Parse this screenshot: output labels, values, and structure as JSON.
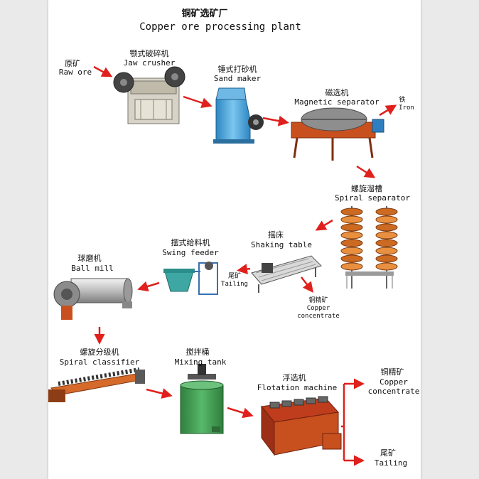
{
  "title": {
    "cn": "铜矿选矿厂",
    "en": "Copper ore processing plant"
  },
  "stages": {
    "raw_ore": {
      "cn": "原矿",
      "en": "Raw ore"
    },
    "jaw_crusher": {
      "cn": "颚式破碎机",
      "en": "Jaw crusher"
    },
    "sand_maker": {
      "cn": "锤式打砂机",
      "en": "Sand maker"
    },
    "magnetic": {
      "cn": "磁选机",
      "en": "Magnetic separator"
    },
    "iron": {
      "cn": "铁",
      "en": "Iron"
    },
    "spiral_separator": {
      "cn": "螺旋溜槽",
      "en": "Spiral separator"
    },
    "shaking_table": {
      "cn": "摇床",
      "en": "Shaking table"
    },
    "tailing_1": {
      "cn": "尾矿",
      "en": "Tailing"
    },
    "concentrate_1": {
      "cn": "铜精矿",
      "en": "Copper",
      "en2": "concentrate"
    },
    "swing_feeder": {
      "cn": "摆式给料机",
      "en": "Swing feeder"
    },
    "ball_mill": {
      "cn": "球磨机",
      "en": "Ball mill"
    },
    "spiral_classifier": {
      "cn": "螺旋分级机",
      "en": "Spiral classifier"
    },
    "mixing_tank": {
      "cn": "搅拌桶",
      "en": "Mixing tank"
    },
    "flotation": {
      "cn": "浮选机",
      "en": "Flotation machine"
    },
    "concentrate_2": {
      "cn": "铜精矿",
      "en": "Copper",
      "en2": "concentrate"
    },
    "tailing_2": {
      "cn": "尾矿",
      "en": "Tailing"
    }
  },
  "colors": {
    "arrow": "#e0201c",
    "machine_gray": "#c9c9c9",
    "machine_orange": "#c8501e",
    "spiral_orange": "#d9782a",
    "feeder_teal": "#3ea7a3",
    "tank_green": "#3f9a4f",
    "crusher_blue": "#4aa3d8"
  }
}
